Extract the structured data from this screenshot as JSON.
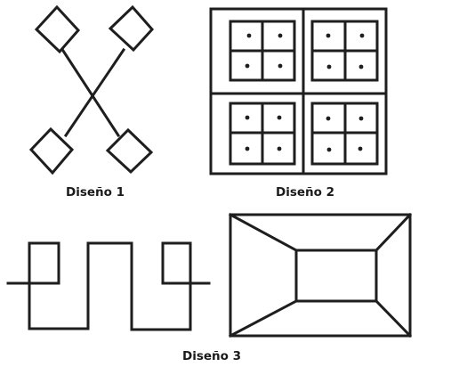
{
  "designs": [
    {
      "id": "design-1",
      "caption": "Diseño 1",
      "shape": "crossed-lines-with-diamond-ends"
    },
    {
      "id": "design-2",
      "caption": "Diseño 2",
      "shape": "grid-of-four-framed-squares-with-dots"
    },
    {
      "id": "design-3",
      "caption": "Diseño 3",
      "shape": "square-wave-line"
    },
    {
      "id": "design-4",
      "caption": "",
      "shape": "rectangle-in-perspective-frame"
    }
  ],
  "colors": {
    "ink": "#1e1e1e",
    "background": "#ffffff"
  }
}
